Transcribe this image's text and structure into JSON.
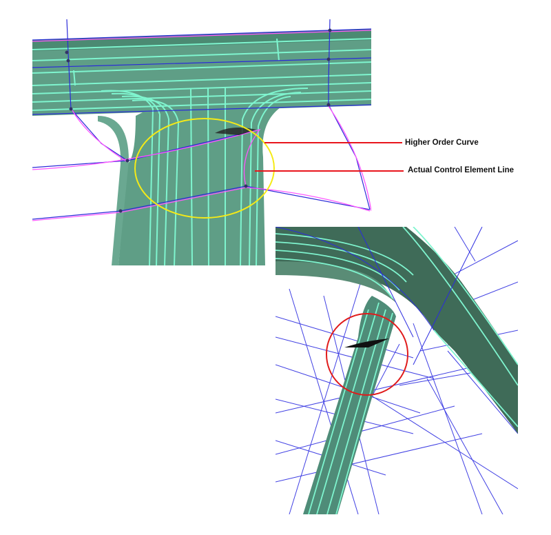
{
  "figure": {
    "top_view": {
      "description": "Front view of T-junction surface with control element overlay",
      "highlight_circle_color": "#f5ea17",
      "surface_color": "#5f9e86",
      "feature_line_color": "#7ff5cf",
      "control_line_color": "#2a2ad8",
      "curve_color": "#ff55ff"
    },
    "bottom_view": {
      "description": "Isometric view of same junction with mesh lines",
      "highlight_circle_color": "#e01b1b",
      "surface_color": "#3f6b58",
      "mesh_line_color": "#2b2be0"
    },
    "annotations": [
      {
        "label": "Higher Order Curve",
        "leader_color": "#e8141b"
      },
      {
        "label": "Actual Control Element Line",
        "leader_color": "#e8141b"
      }
    ]
  }
}
